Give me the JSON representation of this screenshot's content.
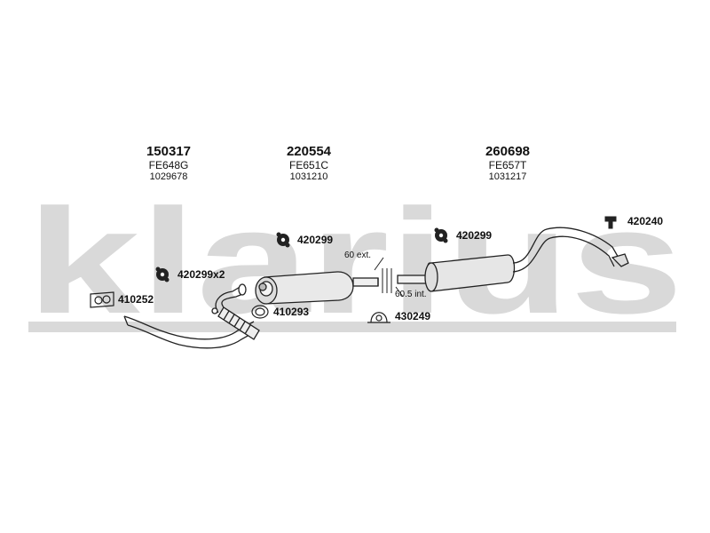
{
  "watermark": {
    "text": "klarius",
    "color": "#d9d9d9"
  },
  "headers": [
    {
      "part_no": "150317",
      "code": "FE648G",
      "ref": "1029678"
    },
    {
      "part_no": "220554",
      "code": "FE651C",
      "ref": "1031210"
    },
    {
      "part_no": "260698",
      "code": "FE657T",
      "ref": "1031217"
    }
  ],
  "parts": [
    {
      "label": "420299x2",
      "icon": "rubber-hanger-icon"
    },
    {
      "label": "410252",
      "icon": "flange-gasket-icon"
    },
    {
      "label": "410293",
      "icon": "ring-gasket-icon"
    },
    {
      "label": "420299",
      "icon": "rubber-hanger-icon"
    },
    {
      "label": "420299",
      "icon": "rubber-hanger-icon"
    },
    {
      "label": "430249",
      "icon": "pipe-clamp-icon"
    },
    {
      "label": "420240",
      "icon": "mounting-bracket-icon"
    }
  ],
  "dimensions": {
    "ext": "60 ext.",
    "int": "60.5 int."
  }
}
